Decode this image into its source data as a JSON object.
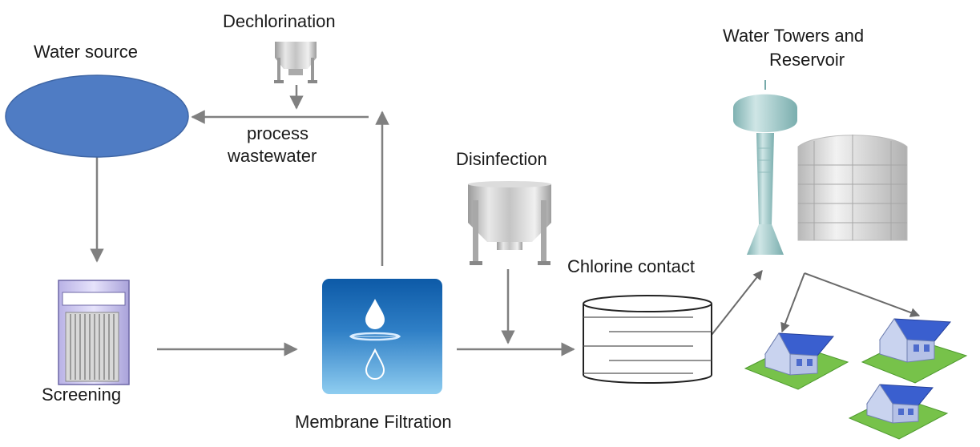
{
  "labels": {
    "water_source": "Water source",
    "dechlorination": "Dechlorination",
    "process_wastewater_1": "process",
    "process_wastewater_2": "wastewater",
    "disinfection": "Disinfection",
    "water_towers_1": "Water Towers and",
    "water_towers_2": "Reservoir",
    "screening": "Screening",
    "membrane_filtration": "Membrane Filtration",
    "chlorine_contact": "Chlorine contact"
  },
  "colors": {
    "arrow": "#808080",
    "water_source": "#4f7cc4",
    "filtration_dark": "#0d5aa7",
    "filtration_light": "#7fc1ea",
    "tower": "#9fc9c9",
    "house_roof": "#3a5fcf",
    "grass": "#77c24a"
  }
}
